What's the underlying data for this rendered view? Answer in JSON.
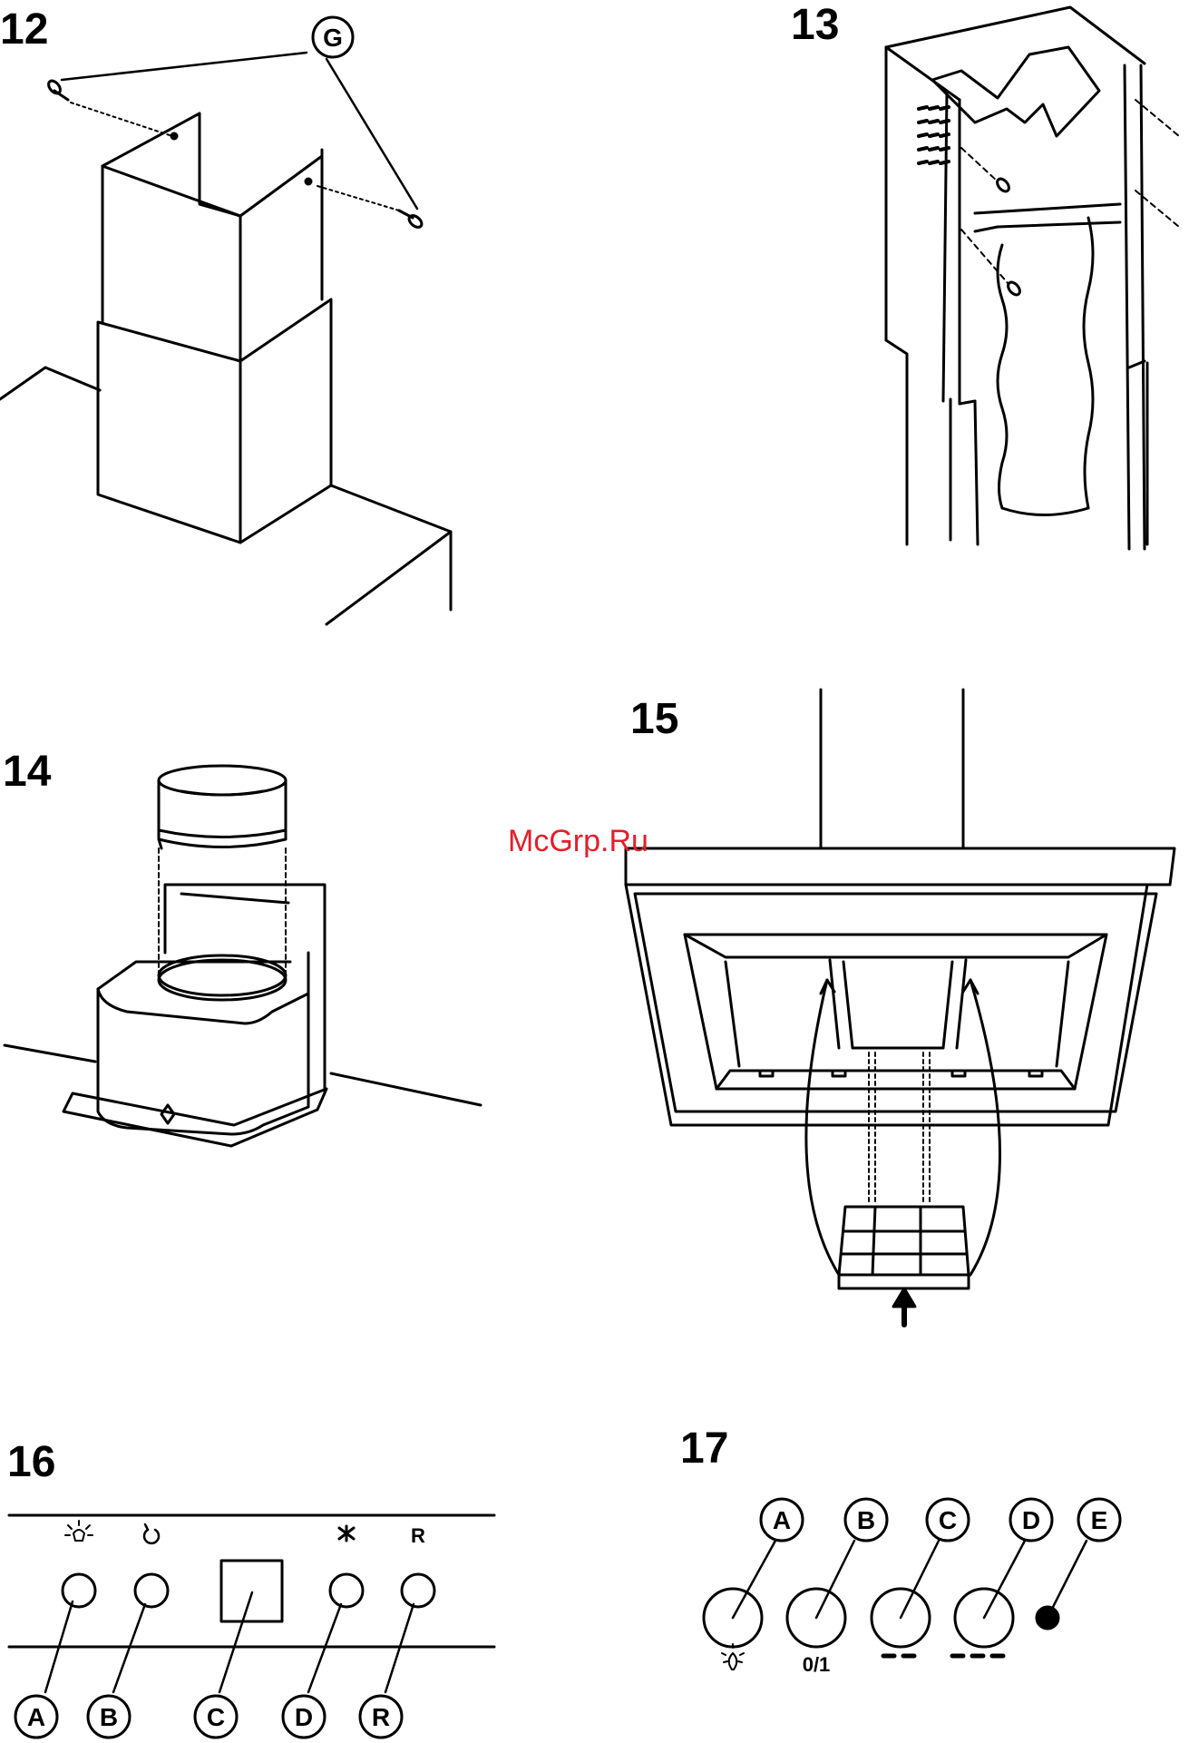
{
  "figures": {
    "f12": {
      "number": "12",
      "callout": "G"
    },
    "f13": {
      "number": "13"
    },
    "f14": {
      "number": "14"
    },
    "f15": {
      "number": "15"
    },
    "f16": {
      "number": "16",
      "symbol_r": "R",
      "callouts": [
        "A",
        "B",
        "C",
        "D",
        "R"
      ]
    },
    "f17": {
      "number": "17",
      "callouts": [
        "A",
        "B",
        "C",
        "D",
        "E"
      ],
      "label_b": "0/1"
    }
  },
  "watermark": "McGrp.Ru",
  "colors": {
    "line": "#000000",
    "watermark": "#e0202a",
    "background": "#ffffff"
  }
}
